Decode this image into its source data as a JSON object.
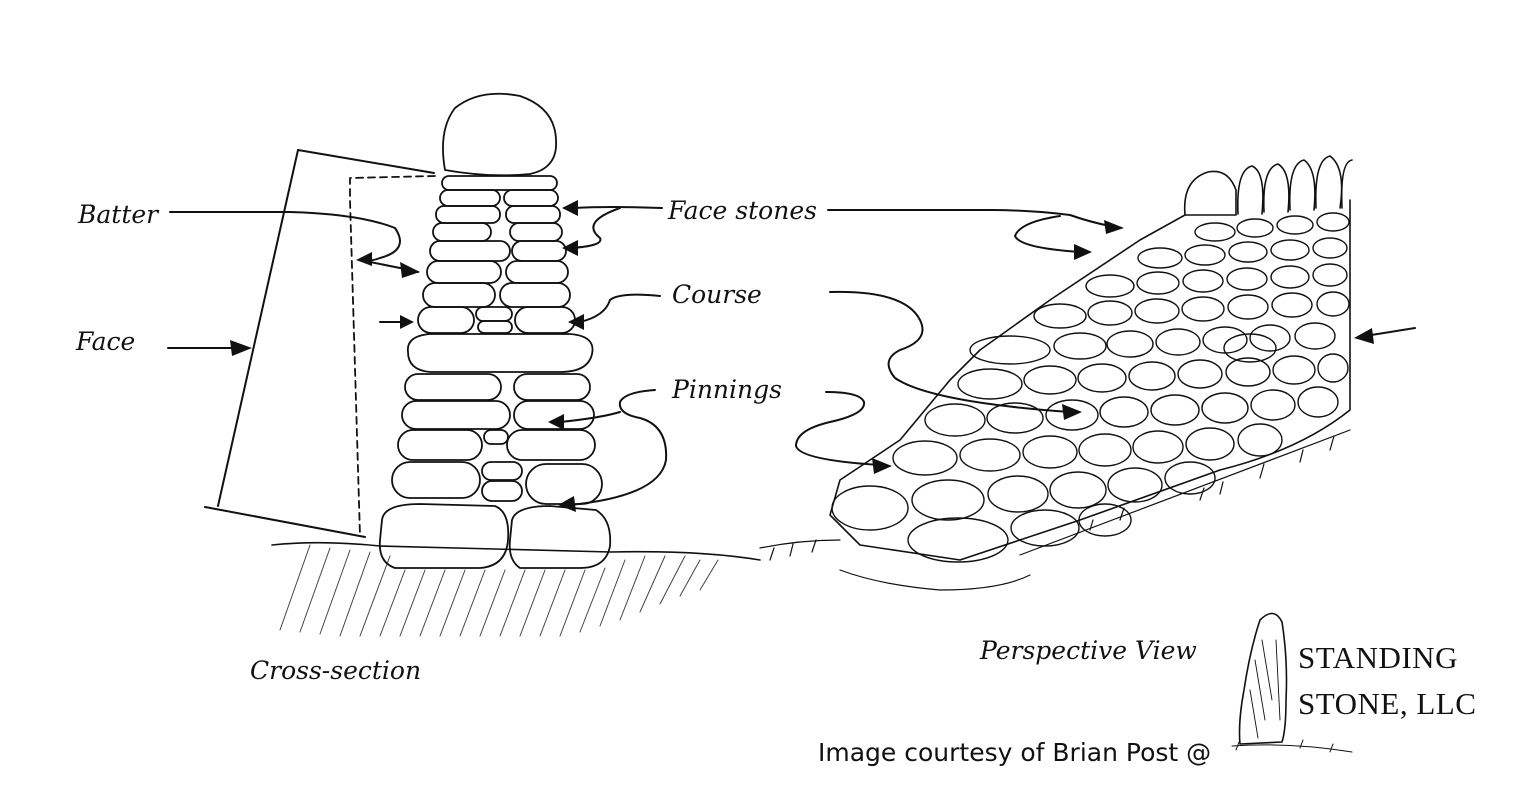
{
  "labels": {
    "batter": "Batter",
    "face": "Face",
    "face_stones": "Face stones",
    "course": "Course",
    "pinnings": "Pinnings"
  },
  "captions": {
    "cross_section": "Cross-section",
    "perspective": "Perspective View"
  },
  "brand": {
    "line1": "STANDING",
    "line2": "STONE, LLC"
  },
  "credit": "Image courtesy of Brian Post @"
}
